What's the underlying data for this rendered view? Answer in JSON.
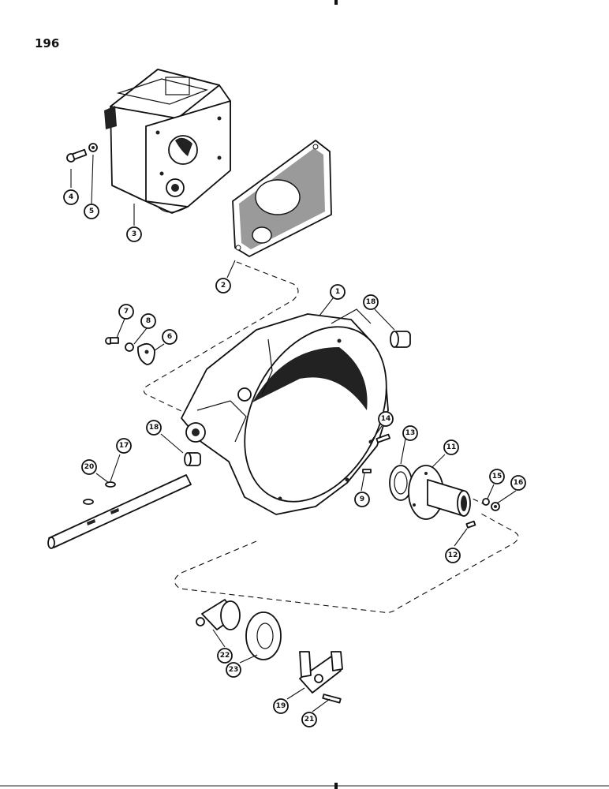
{
  "page": {
    "number": "196"
  },
  "callouts": {
    "c1": "1",
    "c2": "2",
    "c3": "3",
    "c4": "4",
    "c5": "5",
    "c6": "6",
    "c7": "7",
    "c8": "8",
    "c9": "9",
    "c11": "11",
    "c12": "12",
    "c13": "13",
    "c14": "14",
    "c15": "15",
    "c16": "16",
    "c17": "17",
    "c18a": "18",
    "c18b": "18",
    "c19": "19",
    "c20": "20",
    "c21": "21",
    "c22": "22",
    "c23": "23"
  }
}
